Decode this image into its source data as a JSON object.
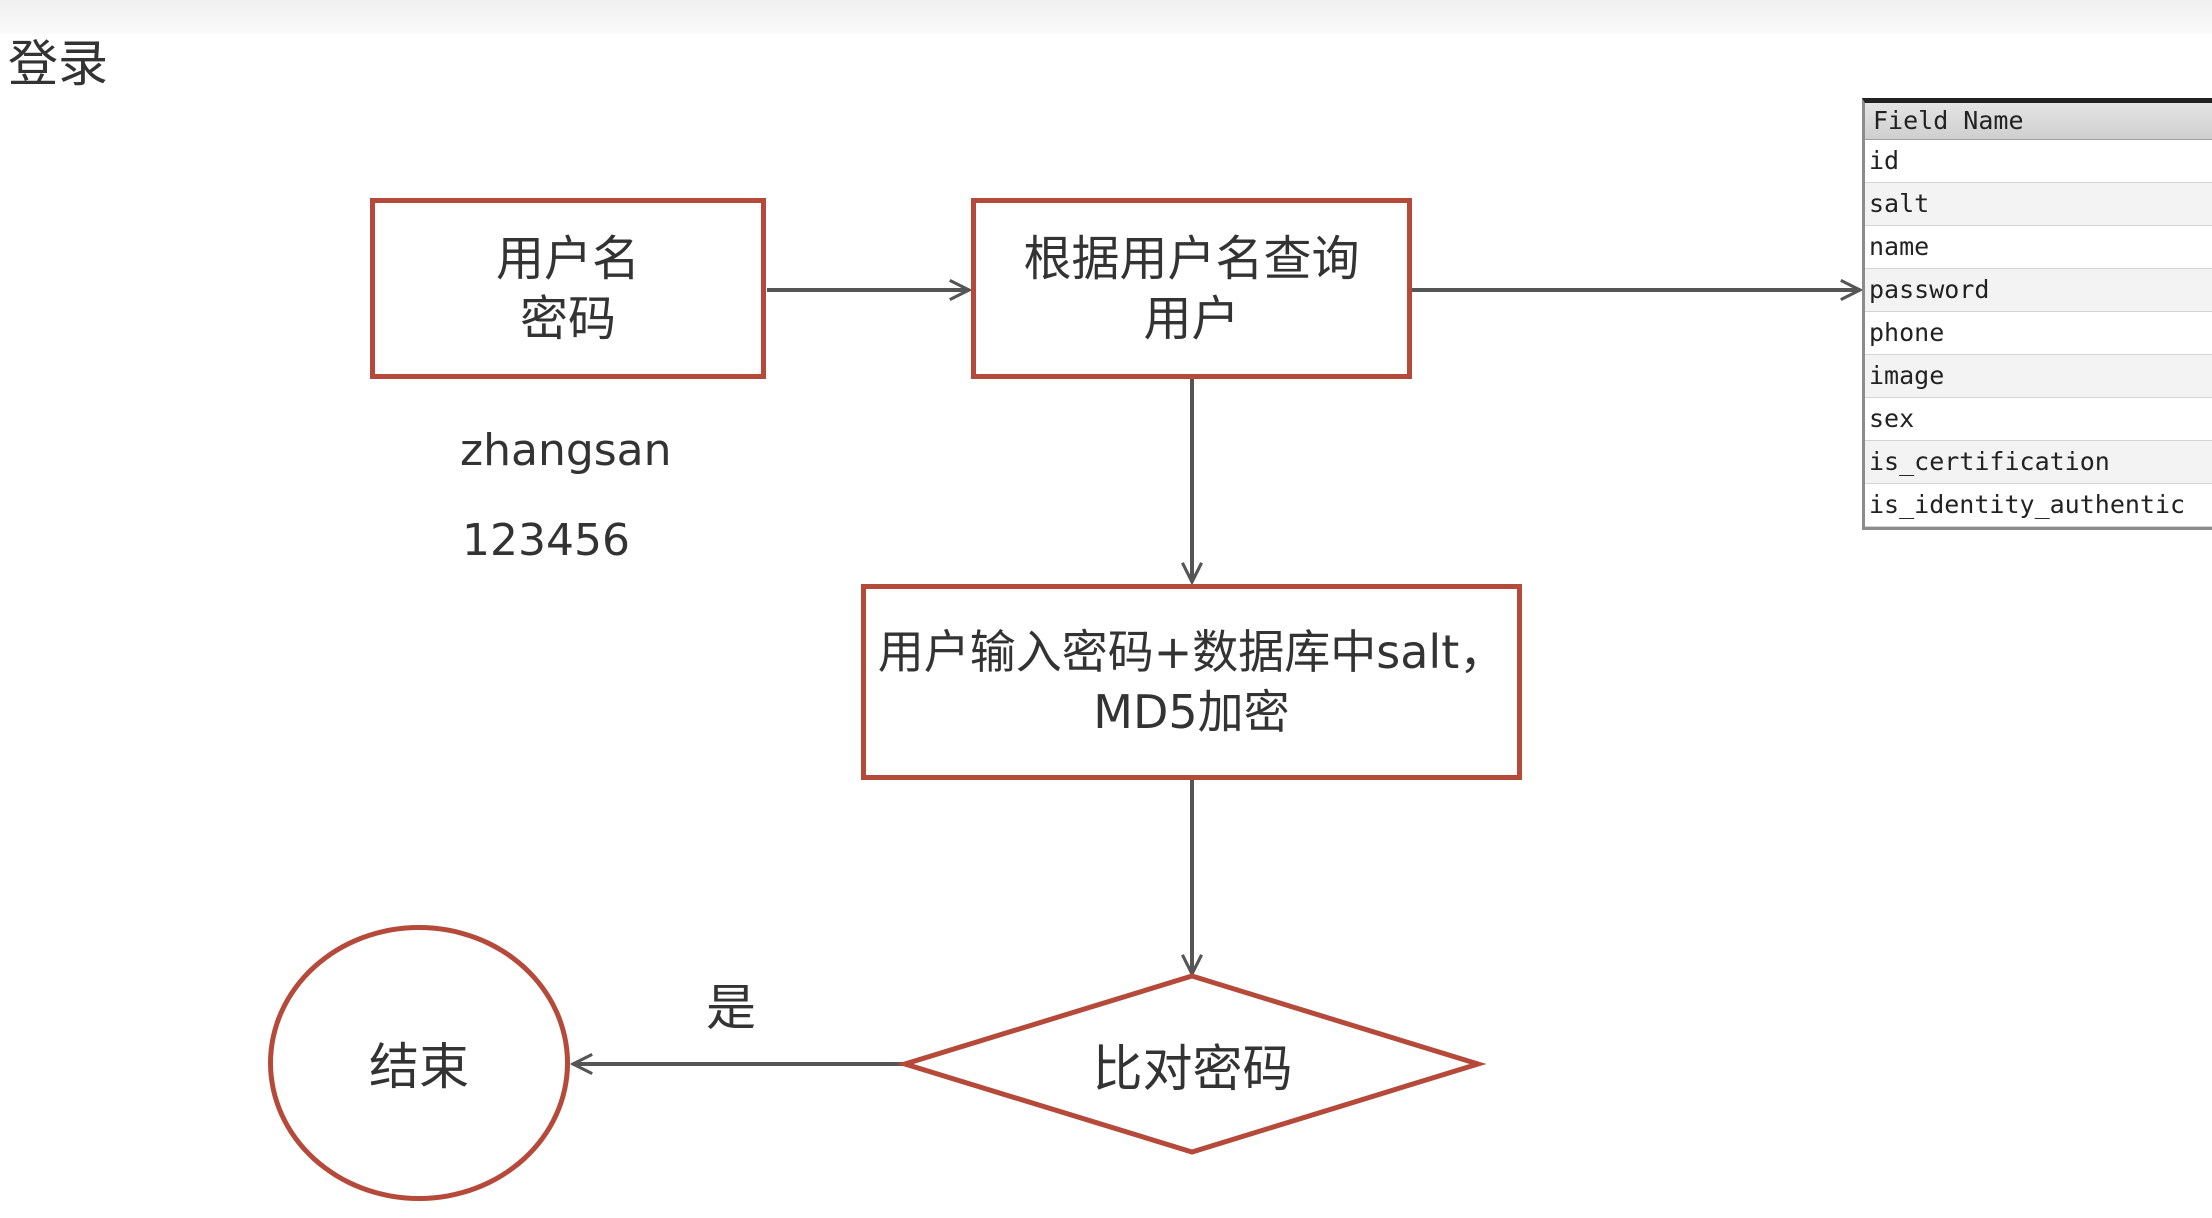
{
  "title": "登录",
  "nodes": {
    "login_input": {
      "line1": "用户名",
      "line2": "密码"
    },
    "query_user": {
      "line1": "根据用户名查询",
      "line2": "用户"
    },
    "encrypt": {
      "line1": "用户输入密码+数据库中salt，",
      "line2": "MD5加密"
    },
    "compare": {
      "label": "比对密码"
    },
    "end": {
      "label": "结束"
    }
  },
  "sample": {
    "username": "zhangsan",
    "password": "123456"
  },
  "edge_labels": {
    "yes": "是"
  },
  "db_table": {
    "header": "Field Name",
    "fields": [
      "id",
      "salt",
      "name",
      "password",
      "phone",
      "image",
      "sex",
      "is_certification",
      "is_identity_authentic"
    ]
  },
  "colors": {
    "node_border": "#b5493a",
    "arrow": "#555555",
    "text": "#333333"
  }
}
